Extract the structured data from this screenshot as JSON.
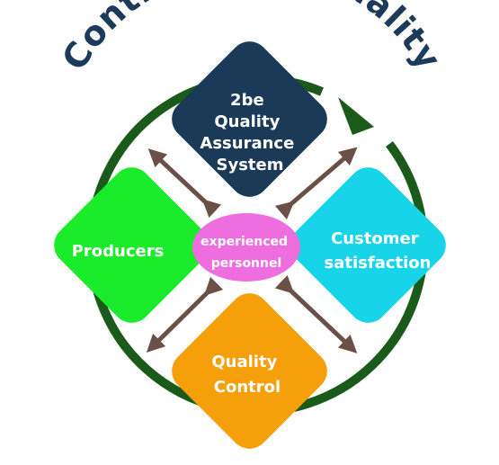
{
  "title": "Continuity in Quality",
  "colors": {
    "title": "#1c3a5a",
    "ring": "#1a5a1a",
    "arrows": "#6b5048",
    "top": "#1a3a58",
    "left": "#1aeb2a",
    "right": "#18d4e8",
    "bottom": "#f5a00a",
    "center": "#ee6ee0"
  },
  "nodes": {
    "top": {
      "lines": [
        "2be",
        "Quality",
        "Assurance",
        "System"
      ]
    },
    "left": {
      "lines": [
        "Producers"
      ]
    },
    "right": {
      "lines": [
        "Customer",
        "satisfaction"
      ]
    },
    "bottom": {
      "lines": [
        "Quality",
        "Control"
      ]
    },
    "center": {
      "lines": [
        "experienced",
        "personnel"
      ]
    }
  }
}
